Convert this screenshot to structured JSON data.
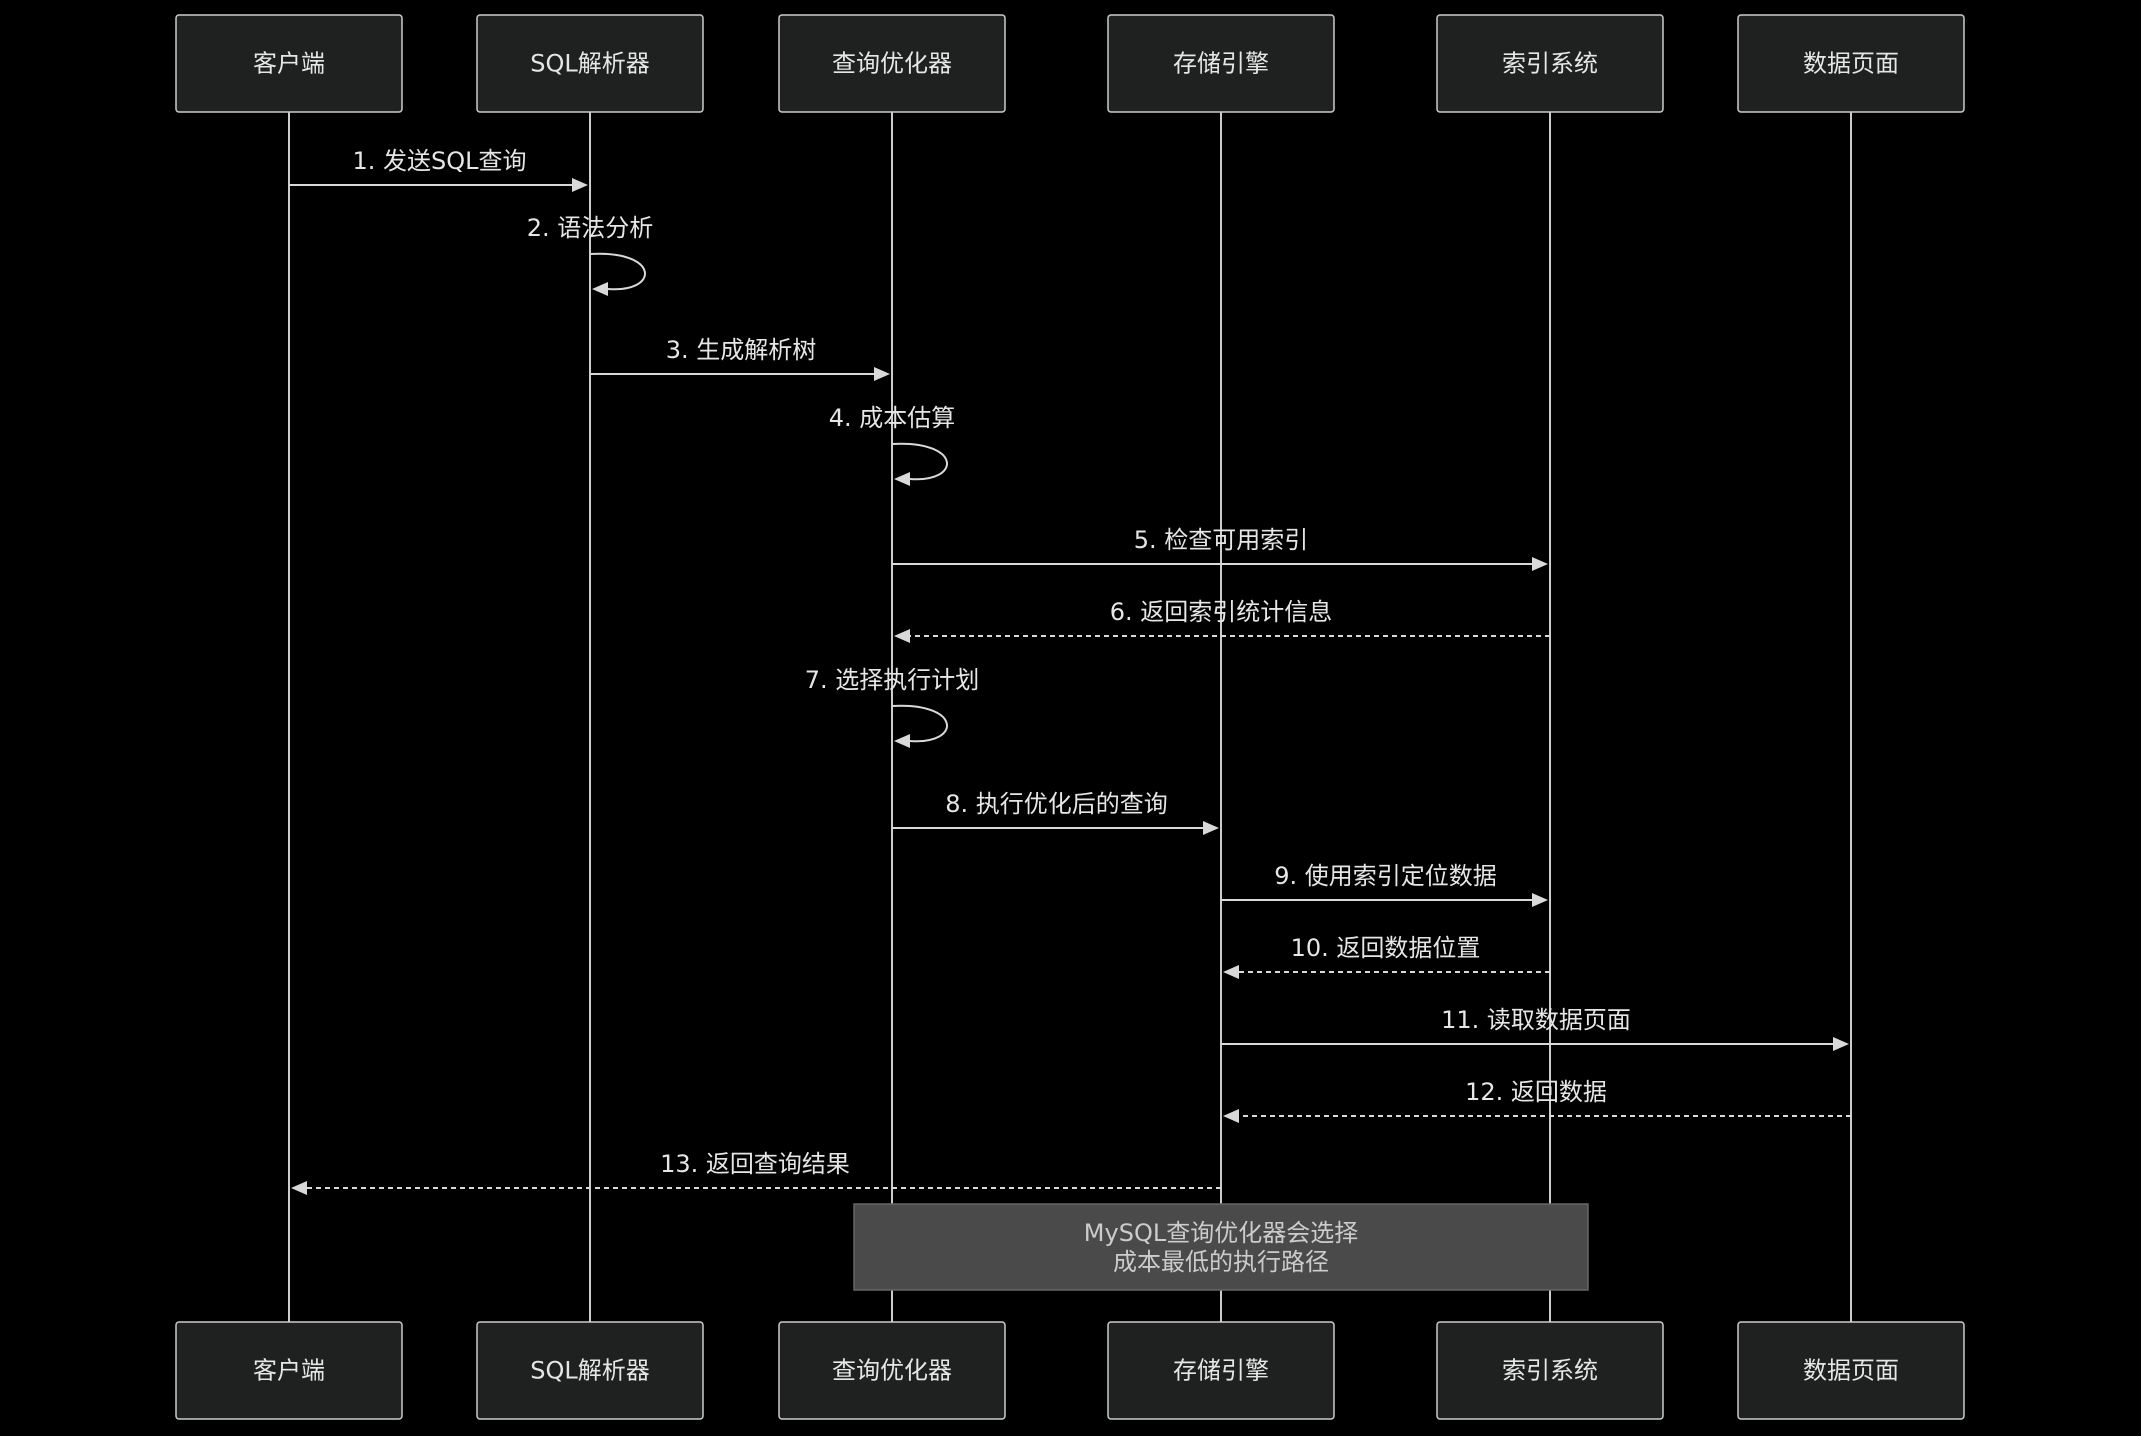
{
  "participants": [
    {
      "id": "client",
      "label": "客户端"
    },
    {
      "id": "parser",
      "label": "SQL解析器"
    },
    {
      "id": "optimizer",
      "label": "查询优化器"
    },
    {
      "id": "storage",
      "label": "存储引擎"
    },
    {
      "id": "index",
      "label": "索引系统"
    },
    {
      "id": "pages",
      "label": "数据页面"
    }
  ],
  "messages": [
    {
      "from": "client",
      "to": "parser",
      "label": "1. 发送SQL查询",
      "style": "solid"
    },
    {
      "from": "parser",
      "to": "parser",
      "label": "2. 语法分析",
      "style": "solid"
    },
    {
      "from": "parser",
      "to": "optimizer",
      "label": "3. 生成解析树",
      "style": "solid"
    },
    {
      "from": "optimizer",
      "to": "optimizer",
      "label": "4. 成本估算",
      "style": "solid"
    },
    {
      "from": "optimizer",
      "to": "index",
      "label": "5. 检查可用索引",
      "style": "solid"
    },
    {
      "from": "index",
      "to": "optimizer",
      "label": "6. 返回索引统计信息",
      "style": "dashed"
    },
    {
      "from": "optimizer",
      "to": "optimizer",
      "label": "7. 选择执行计划",
      "style": "solid"
    },
    {
      "from": "optimizer",
      "to": "storage",
      "label": "8. 执行优化后的查询",
      "style": "solid"
    },
    {
      "from": "storage",
      "to": "index",
      "label": "9. 使用索引定位数据",
      "style": "solid"
    },
    {
      "from": "index",
      "to": "storage",
      "label": "10. 返回数据位置",
      "style": "dashed"
    },
    {
      "from": "storage",
      "to": "pages",
      "label": "11. 读取数据页面",
      "style": "solid"
    },
    {
      "from": "pages",
      "to": "storage",
      "label": "12. 返回数据",
      "style": "dashed"
    },
    {
      "from": "storage",
      "to": "client",
      "label": "13. 返回查询结果",
      "style": "dashed"
    }
  ],
  "note": {
    "over": [
      "optimizer",
      "index"
    ],
    "lines": [
      "MySQL查询优化器会选择",
      "成本最低的执行路径"
    ]
  },
  "colors": {
    "background": "#000000",
    "actor_fill": "#1f2020",
    "actor_stroke": "#cccccc",
    "line": "#d9d9d9",
    "text": "#e6e6e6",
    "note_fill": "#4a4a4a"
  }
}
